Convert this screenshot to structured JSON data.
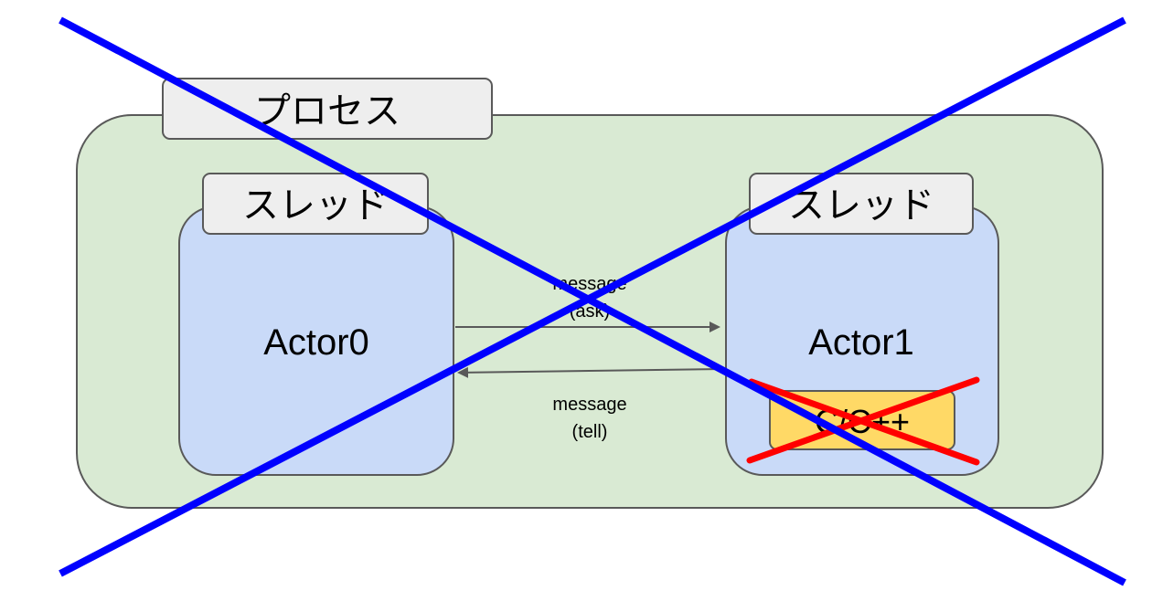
{
  "process": {
    "label": "プロセス",
    "fill": "#d9ead3"
  },
  "thread_left": {
    "label": "スレッド",
    "actor": "Actor0",
    "fill": "#c9daf8"
  },
  "thread_right": {
    "label": "スレッド",
    "actor": "Actor1",
    "fill": "#c9daf8",
    "lang_box": "C/C++",
    "lang_fill": "#ffd966"
  },
  "messages": {
    "ask_line1": "message",
    "ask_line2": "(ask)",
    "tell_line1": "message",
    "tell_line2": "(tell)"
  },
  "colors": {
    "tab_fill": "#eeeeee",
    "outline": "#595959",
    "big_cross": "#0000ff",
    "small_cross": "#ff0000"
  }
}
